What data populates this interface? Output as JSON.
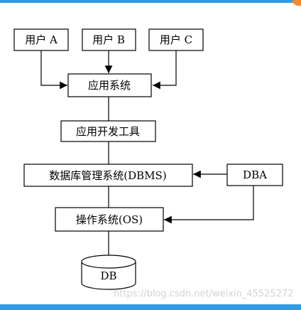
{
  "colors": {
    "accent": "#2f9ae6",
    "corner": "#f08a2c",
    "line": "#000000",
    "watermark": "#d3d3d3"
  },
  "diagram": {
    "nodes": {
      "user_a": "用户 A",
      "user_b": "用户 B",
      "user_c": "用户 C",
      "app_system": "应用系统",
      "dev_tools": "应用开发工具",
      "dbms": "数据库管理系统(DBMS)",
      "dba": "DBA",
      "os": "操作系统(OS)",
      "db": "DB"
    },
    "edges": [
      {
        "from": "user_a",
        "to": "app_system",
        "arrow": true
      },
      {
        "from": "user_b",
        "to": "app_system",
        "arrow": true
      },
      {
        "from": "user_c",
        "to": "app_system",
        "arrow": true
      },
      {
        "from": "app_system",
        "to": "dev_tools",
        "arrow": false
      },
      {
        "from": "dev_tools",
        "to": "dbms",
        "arrow": false
      },
      {
        "from": "dba",
        "to": "dbms",
        "arrow": true
      },
      {
        "from": "dba",
        "to": "os",
        "arrow": true
      },
      {
        "from": "dbms",
        "to": "os",
        "arrow": false
      },
      {
        "from": "os",
        "to": "db",
        "arrow": false
      }
    ]
  },
  "watermark": "https://blog.csdn.net/weixin_45525272"
}
